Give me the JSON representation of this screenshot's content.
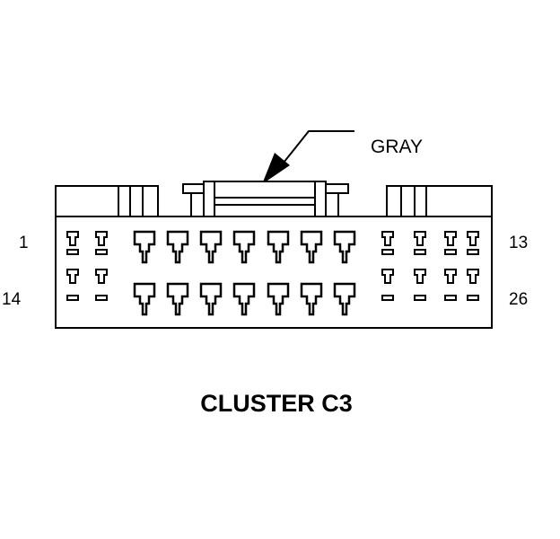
{
  "connector": {
    "callout_label": "GRAY",
    "title": "CLUSTER C3",
    "pin_labels": {
      "top_left": "1",
      "top_right": "13",
      "bottom_left": "14",
      "bottom_right": "26"
    },
    "rows": 2,
    "pins_per_row": 13,
    "colors": {
      "stroke": "#000000",
      "background": "#ffffff"
    }
  }
}
